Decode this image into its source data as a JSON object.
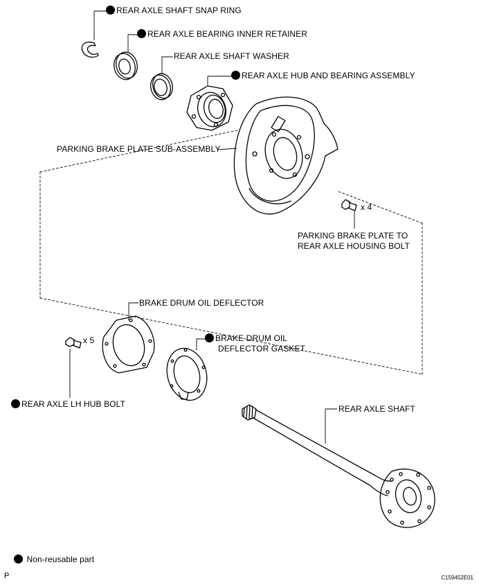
{
  "labels": {
    "snap_ring": "REAR AXLE SHAFT SNAP RING",
    "inner_retainer": "REAR AXLE BEARING INNER RETAINER",
    "washer": "REAR AXLE SHAFT WASHER",
    "hub_bearing": "REAR AXLE HUB AND BEARING ASSEMBLY",
    "parking_plate": "PARKING BRAKE PLATE SUB-ASSEMBLY",
    "plate_bolt_qty": "x 4",
    "plate_bolt_line1": "PARKING BRAKE PLATE TO",
    "plate_bolt_line2": "REAR AXLE HOUSING BOLT",
    "oil_deflector": "BRAKE DRUM OIL DEFLECTOR",
    "gasket_line1": "BRAKE DRUM OIL",
    "gasket_line2": "DEFLECTOR GASKET",
    "hub_bolt_qty": "x 5",
    "hub_bolt": "REAR AXLE LH HUB BOLT",
    "axle_shaft": "REAR AXLE SHAFT"
  },
  "legend": {
    "non_reusable": "Non-reusable part"
  },
  "footer": {
    "left_mark": "P",
    "figure_id": "C159452E01"
  },
  "colors": {
    "ink": "#000000",
    "background": "#ffffff"
  }
}
